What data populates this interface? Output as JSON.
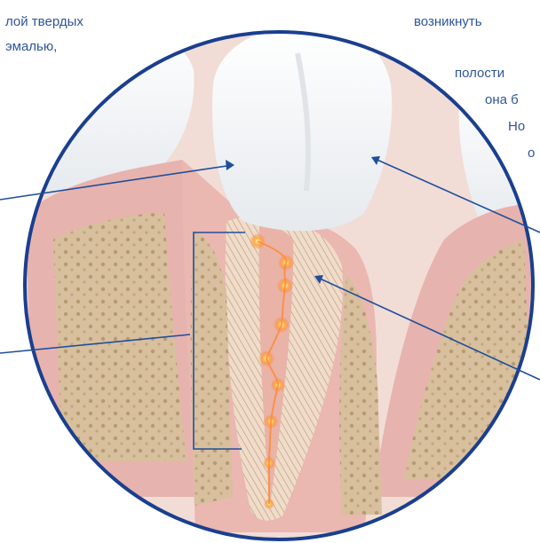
{
  "left_text": {
    "line1": "лой твердых",
    "line2": "эмалью,"
  },
  "right_text": {
    "line1": "возникнуть",
    "line2": "полости",
    "line3": "она б",
    "line4": "Но",
    "line5": "о"
  },
  "colors": {
    "text": "#2f5597",
    "callout_line": "#1f4e9c",
    "circle_border": "#1b3f8f",
    "enamel": "#f4f6f8",
    "gum": "#e8a8a4",
    "bone": "#d9c2a0",
    "nerve_glow": "#ff7a2a"
  }
}
